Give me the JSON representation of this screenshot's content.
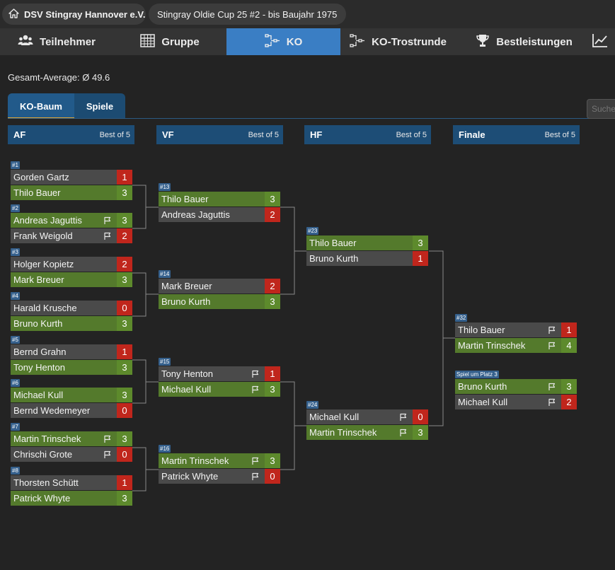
{
  "header": {
    "club": "DSV Stingray Hannover e.V.",
    "tournament": "Stingray Oldie Cup 25 #2 - bis Baujahr 1975"
  },
  "nav": {
    "tabs": [
      {
        "label": "Teilnehmer",
        "icon": "users-icon",
        "active": false
      },
      {
        "label": "Gruppe",
        "icon": "table-grid-icon",
        "active": false
      },
      {
        "label": "KO",
        "icon": "bracket-icon",
        "active": true
      },
      {
        "label": "KO-Trostrunde",
        "icon": "bracket-icon",
        "active": false
      },
      {
        "label": "Bestleistungen",
        "icon": "trophy-icon",
        "active": false
      },
      {
        "label": "",
        "icon": "chart-line-icon",
        "active": false
      }
    ]
  },
  "average": "Gesamt-Average: Ø 49.6",
  "subtabs": {
    "ko_tree": "KO-Baum",
    "games": "Spiele"
  },
  "search": {
    "placeholder": "Suche"
  },
  "rounds": [
    {
      "name": "AF",
      "format": "Best of 5"
    },
    {
      "name": "VF",
      "format": "Best of 5"
    },
    {
      "name": "HF",
      "format": "Best of 5"
    },
    {
      "name": "Finale",
      "format": "Best of 5"
    }
  ],
  "colors": {
    "winner": "#547a2c",
    "winner_score": "#5d8a2c",
    "loser": "#4a4a4a",
    "loser_score": "#c0261c",
    "active_tab": "#3a7ec4",
    "header": "#1d4d76"
  },
  "matches": [
    {
      "label": "#1",
      "players": [
        {
          "name": "Gorden Gartz",
          "score": "1",
          "win": false,
          "flag": false
        },
        {
          "name": "Thilo Bauer",
          "score": "3",
          "win": true,
          "flag": false
        }
      ]
    },
    {
      "label": "#2",
      "players": [
        {
          "name": "Andreas Jaguttis",
          "score": "3",
          "win": true,
          "flag": true
        },
        {
          "name": "Frank Weigold",
          "score": "2",
          "win": false,
          "flag": true
        }
      ]
    },
    {
      "label": "#3",
      "players": [
        {
          "name": "Holger Kopietz",
          "score": "2",
          "win": false,
          "flag": false
        },
        {
          "name": "Mark Breuer",
          "score": "3",
          "win": true,
          "flag": false
        }
      ]
    },
    {
      "label": "#4",
      "players": [
        {
          "name": "Harald Krusche",
          "score": "0",
          "win": false,
          "flag": false
        },
        {
          "name": "Bruno Kurth",
          "score": "3",
          "win": true,
          "flag": false
        }
      ]
    },
    {
      "label": "#5",
      "players": [
        {
          "name": "Bernd Grahn",
          "score": "1",
          "win": false,
          "flag": false
        },
        {
          "name": "Tony Henton",
          "score": "3",
          "win": true,
          "flag": false
        }
      ]
    },
    {
      "label": "#6",
      "players": [
        {
          "name": "Michael Kull",
          "score": "3",
          "win": true,
          "flag": false
        },
        {
          "name": "Bernd Wedemeyer",
          "score": "0",
          "win": false,
          "flag": false
        }
      ]
    },
    {
      "label": "#7",
      "players": [
        {
          "name": "Martin Trinschek",
          "score": "3",
          "win": true,
          "flag": true
        },
        {
          "name": "Chrischi Grote",
          "score": "0",
          "win": false,
          "flag": true
        }
      ]
    },
    {
      "label": "#8",
      "players": [
        {
          "name": "Thorsten Schütt",
          "score": "1",
          "win": false,
          "flag": false
        },
        {
          "name": "Patrick Whyte",
          "score": "3",
          "win": true,
          "flag": false
        }
      ]
    },
    {
      "label": "#13",
      "players": [
        {
          "name": "Thilo Bauer",
          "score": "3",
          "win": true,
          "flag": false
        },
        {
          "name": "Andreas Jaguttis",
          "score": "2",
          "win": false,
          "flag": false
        }
      ]
    },
    {
      "label": "#14",
      "players": [
        {
          "name": "Mark Breuer",
          "score": "2",
          "win": false,
          "flag": false
        },
        {
          "name": "Bruno Kurth",
          "score": "3",
          "win": true,
          "flag": false
        }
      ]
    },
    {
      "label": "#15",
      "players": [
        {
          "name": "Tony Henton",
          "score": "1",
          "win": false,
          "flag": true
        },
        {
          "name": "Michael Kull",
          "score": "3",
          "win": true,
          "flag": true
        }
      ]
    },
    {
      "label": "#16",
      "players": [
        {
          "name": "Martin Trinschek",
          "score": "3",
          "win": true,
          "flag": true
        },
        {
          "name": "Patrick Whyte",
          "score": "0",
          "win": false,
          "flag": true
        }
      ]
    },
    {
      "label": "#23",
      "players": [
        {
          "name": "Thilo Bauer",
          "score": "3",
          "win": true,
          "flag": false
        },
        {
          "name": "Bruno Kurth",
          "score": "1",
          "win": false,
          "flag": false
        }
      ]
    },
    {
      "label": "#24",
      "players": [
        {
          "name": "Michael Kull",
          "score": "0",
          "win": false,
          "flag": true
        },
        {
          "name": "Martin Trinschek",
          "score": "3",
          "win": true,
          "flag": true
        }
      ]
    },
    {
      "label": "#32",
      "players": [
        {
          "name": "Thilo Bauer",
          "score": "1",
          "win": false,
          "flag": true
        },
        {
          "name": "Martin Trinschek",
          "score": "4",
          "win": true,
          "flag": true
        }
      ]
    },
    {
      "label": "Spiel um Platz 3",
      "players": [
        {
          "name": "Bruno Kurth",
          "score": "3",
          "win": true,
          "flag": true
        },
        {
          "name": "Michael Kull",
          "score": "2",
          "win": false,
          "flag": true
        }
      ]
    }
  ]
}
